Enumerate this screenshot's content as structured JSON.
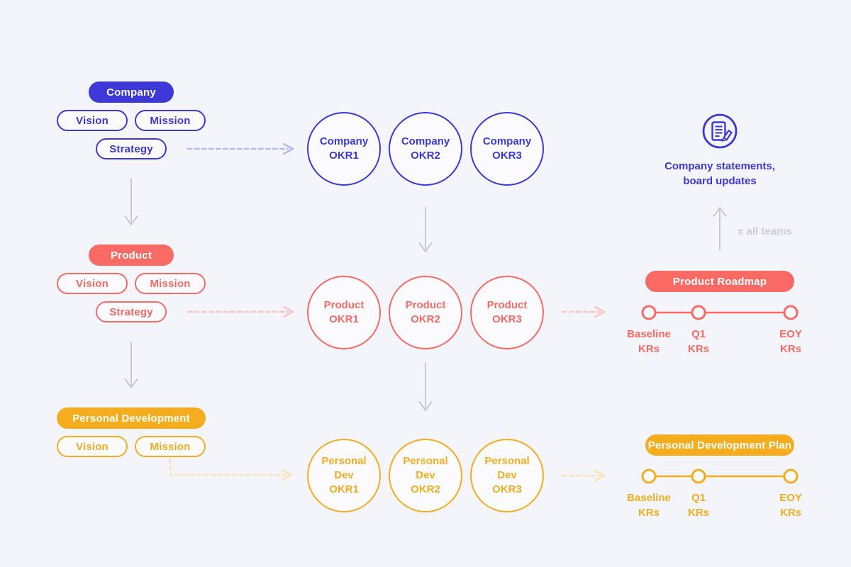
{
  "colors": {
    "blue": "#3d38d8",
    "coral": "#fa6a64",
    "amber": "#f5ad1d",
    "blue-dash": "#b9b9f2",
    "coral-dash": "#fbc4c1",
    "amber-dash": "#f9e2b4",
    "grey": "#c5cbd8",
    "grey-text": "#c9ced9",
    "bg": "#f4f4fb",
    "node-fill": "#fbfbfe"
  },
  "company": {
    "title": "Company",
    "vision": "Vision",
    "mission": "Mission",
    "strategy": "Strategy",
    "okrs": [
      [
        "Company",
        "OKR1"
      ],
      [
        "Company",
        "OKR2"
      ],
      [
        "Company",
        "OKR3"
      ]
    ],
    "output": {
      "line1": "Company statements,",
      "line2": "board updates"
    }
  },
  "product": {
    "title": "Product",
    "vision": "Vision",
    "mission": "Mission",
    "strategy": "Strategy",
    "okrs": [
      [
        "Product",
        "OKR1"
      ],
      [
        "Product",
        "OKR2"
      ],
      [
        "Product",
        "OKR3"
      ]
    ],
    "roadmap": {
      "title": "Product Roadmap",
      "milestones": [
        [
          "Baseline",
          "KRs"
        ],
        [
          "Q1",
          "KRs"
        ],
        [
          "EOY",
          "KRs"
        ]
      ]
    }
  },
  "personal": {
    "title": "Personal Development",
    "vision": "Vision",
    "mission": "Mission",
    "okrs": [
      [
        "Personal",
        "Dev",
        "OKR1"
      ],
      [
        "Personal",
        "Dev",
        "OKR2"
      ],
      [
        "Personal",
        "Dev",
        "OKR3"
      ]
    ],
    "plan": {
      "title": "Personal Development Plan",
      "milestones": [
        [
          "Baseline",
          "KRs"
        ],
        [
          "Q1",
          "KRs"
        ],
        [
          "EOY",
          "KRs"
        ]
      ]
    }
  },
  "annotations": {
    "x_all_teams": "x all teams"
  }
}
